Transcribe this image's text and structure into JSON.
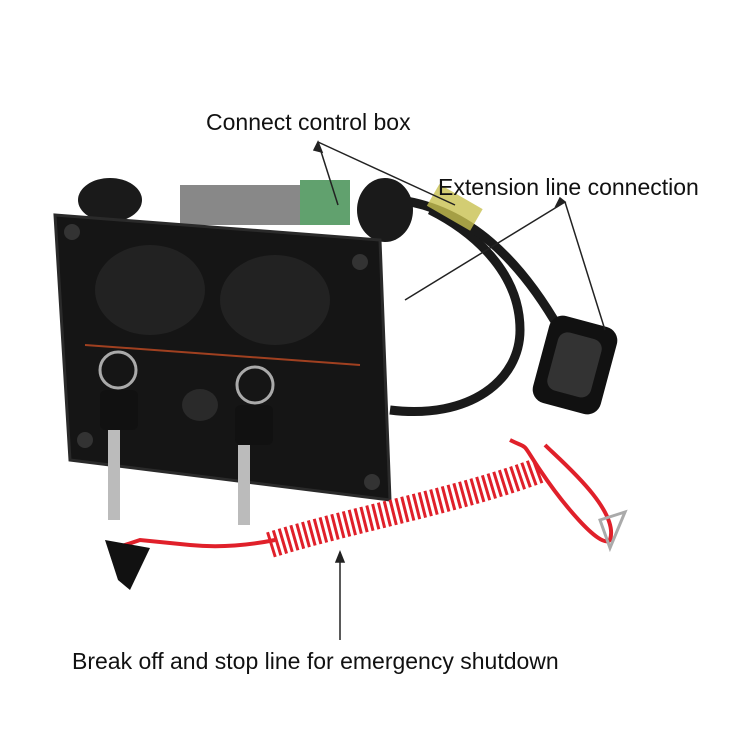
{
  "annotations": {
    "connect_control_box": "Connect control box",
    "extension_line": "Extension line connection",
    "emergency_stop": "Break off and stop line for emergency shutdown"
  },
  "colors": {
    "panel": "#151515",
    "cord": "#e0202a",
    "arrow": "#222222"
  }
}
